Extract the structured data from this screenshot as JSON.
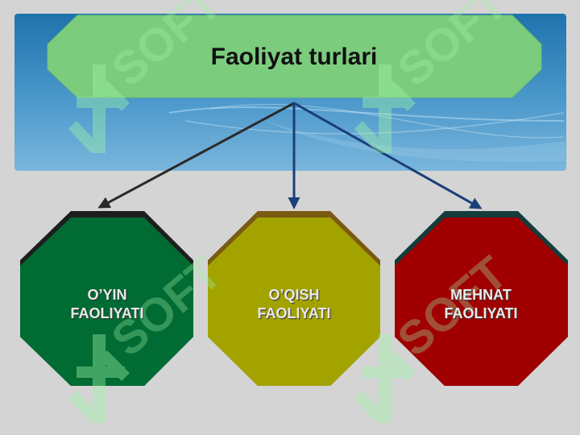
{
  "diagram": {
    "title": "Faoliyat turlari",
    "nodes": [
      {
        "label": "O’YIN\nFAOLIYATI",
        "color": "#006b33"
      },
      {
        "label": "O’QISH\nFAOLIYATI",
        "color": "#a3a300"
      },
      {
        "label": "MEHNAT\nFAOLIYATI",
        "color": "#a00000"
      }
    ]
  },
  "watermark": {
    "text": "SOFT"
  },
  "colors": {
    "background": "#d4d4d4",
    "banner_blue": "#4a97c9",
    "title_box": "#7ccc7e",
    "arrow_dark": "#2a2a2a",
    "arrow_blue": "#1b3f7a"
  }
}
